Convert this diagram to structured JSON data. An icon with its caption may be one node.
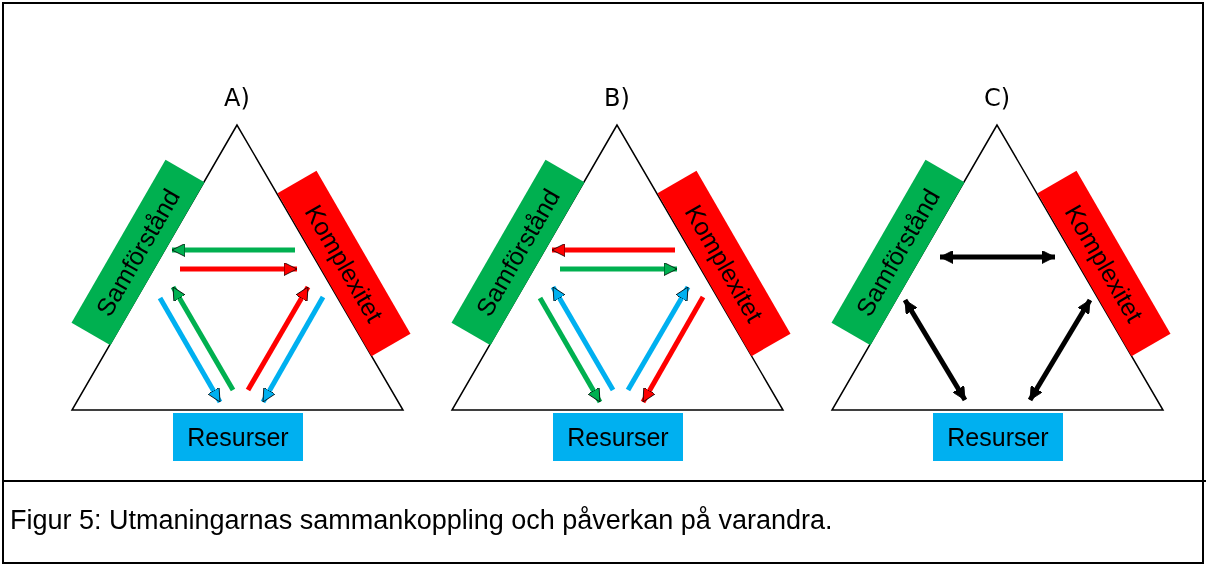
{
  "diagram": {
    "caption": "Figur 5: Utmaningarnas sammankoppling och påverkan på varandra.",
    "nodes": [
      {
        "text": [
          "Samförstånd"
        ]
      },
      {
        "text": [
          "Komplexitet"
        ]
      },
      {
        "text": [
          "Resurser"
        ]
      },
      {
        "text": [
          "Samförstånd"
        ]
      },
      {
        "text": [
          "Komplexitet"
        ]
      },
      {
        "text": [
          "Resurser"
        ]
      },
      {
        "text": [
          "Samförstånd"
        ]
      },
      {
        "text": [
          "Komplexitet"
        ]
      },
      {
        "text": [
          "Resurser"
        ]
      }
    ],
    "edges": [
      {
        "from": 1,
        "to": 0,
        "arrow": "to",
        "color": "#00b050"
      },
      {
        "from": 0,
        "to": 1,
        "arrow": "to",
        "color": "#ff0000"
      },
      {
        "from": 0,
        "to": 2,
        "arrow": "to",
        "color": "#00b0f0"
      },
      {
        "from": 2,
        "to": 0,
        "arrow": "to",
        "color": "#00b050"
      },
      {
        "from": 2,
        "to": 1,
        "arrow": "to",
        "color": "#ff0000"
      },
      {
        "from": 1,
        "to": 2,
        "arrow": "to",
        "color": "#00b0f0"
      },
      {
        "from": 4,
        "to": 3,
        "arrow": "to",
        "color": "#ff0000"
      },
      {
        "from": 3,
        "to": 4,
        "arrow": "to",
        "color": "#00b050"
      },
      {
        "from": 3,
        "to": 5,
        "arrow": "to",
        "color": "#00b050"
      },
      {
        "from": 5,
        "to": 3,
        "arrow": "to",
        "color": "#00b0f0"
      },
      {
        "from": 5,
        "to": 4,
        "arrow": "to",
        "color": "#00b0f0"
      },
      {
        "from": 4,
        "to": 5,
        "arrow": "to",
        "color": "#ff0000"
      },
      {
        "from": 6,
        "to": 7,
        "arrow": "both",
        "color": "#000000"
      },
      {
        "from": 6,
        "to": 8,
        "arrow": "both",
        "color": "#000000"
      },
      {
        "from": 7,
        "to": 8,
        "arrow": "both",
        "color": "#000000"
      }
    ],
    "labels": [
      "A)",
      "B)",
      "C)"
    ]
  }
}
